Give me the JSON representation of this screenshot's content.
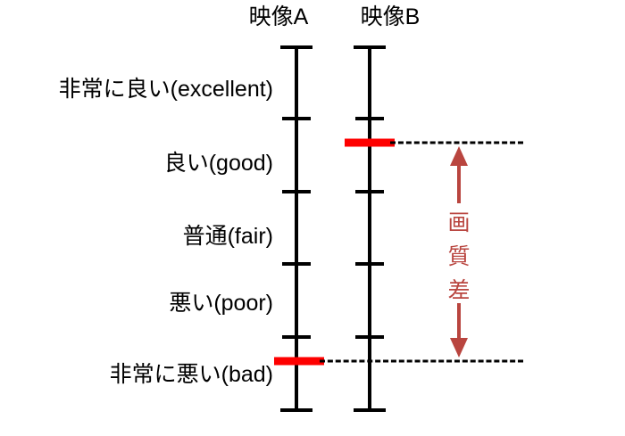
{
  "headers": {
    "video_a": "映像A",
    "video_b": "映像B"
  },
  "scale": {
    "labels": [
      "非常に良い(excellent)",
      "良い(good)",
      "普通(fair)",
      "悪い(poor)",
      "非常に悪い(bad)"
    ]
  },
  "annotation": {
    "char1": "画",
    "char2": "質",
    "char3": "差",
    "full_text": "画質差",
    "color": "#b9453f"
  },
  "chart_data": {
    "type": "scatter",
    "title": "",
    "categories": [
      "非常に良い(excellent)",
      "良い(good)",
      "普通(fair)",
      "悪い(poor)",
      "非常に悪い(bad)"
    ],
    "category_values": [
      5,
      4,
      3,
      2,
      1
    ],
    "series": [
      {
        "name": "映像A",
        "value": 1.35,
        "label": "非常に悪い(bad)",
        "marker_color": "#fe0000"
      },
      {
        "name": "映像B",
        "value": 4.35,
        "label": "良い(good)",
        "marker_color": "#fe0000"
      }
    ],
    "annotation": "画質差",
    "ylim": [
      1,
      5
    ],
    "ylabel": "",
    "xlabel": "",
    "grid": false,
    "legend": "none"
  }
}
